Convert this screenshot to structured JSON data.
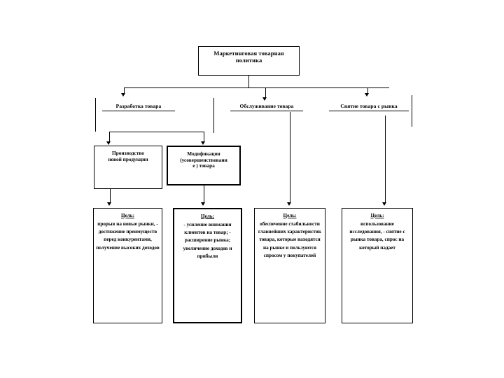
{
  "diagram": {
    "title_box": {
      "line1": "Маркетинговая товарная",
      "line2": "политика"
    },
    "level2": [
      {
        "label": "Разработка товара"
      },
      {
        "label": "Обслуживание товара"
      },
      {
        "label": "Снятие товара с рынка"
      }
    ],
    "level3": [
      {
        "line1": "Производство",
        "line2": "новой продукции"
      },
      {
        "line1": "Модификация",
        "line2": "(усовершенствовани",
        "line3": "е ) товара"
      }
    ],
    "goals": [
      {
        "head": "Цель:",
        "body": "прорыв на новые рынки, - достижение преимуществ перед конкурентами, получение высоких доходов"
      },
      {
        "head": "Цель:",
        "body": "- усиление внимания клиентов на товар; - расширение рынка; увеличение доходов и прибыли"
      },
      {
        "head": "Цель:",
        "body": "обеспечение стабильности главнейших характеристик товара, которые находятся на рынке и пользуются спросом у покупателей"
      },
      {
        "head": "Цель:",
        "body": "использование исследования, - снятие с рынка товара, спрос на который падает"
      }
    ],
    "colors": {
      "line": "#000000",
      "background": "#ffffff",
      "text": "#000000"
    }
  }
}
